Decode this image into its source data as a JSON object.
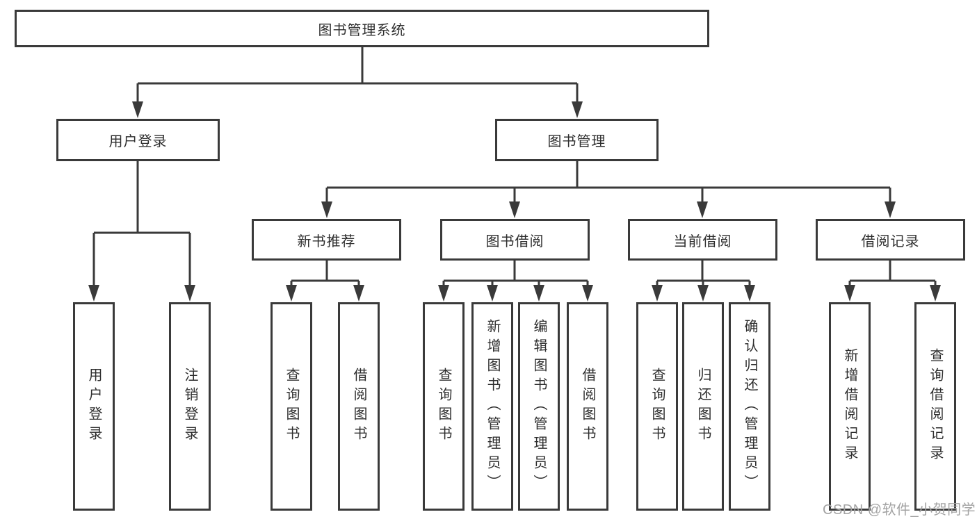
{
  "tree": {
    "label": "图书管理系统",
    "children": [
      {
        "label": "用户登录",
        "children": [
          {
            "label": "用户登录"
          },
          {
            "label": "注销登录"
          }
        ]
      },
      {
        "label": "图书管理",
        "children": [
          {
            "label": "新书推荐",
            "children": [
              {
                "label": "查询图书"
              },
              {
                "label": "借阅图书"
              }
            ]
          },
          {
            "label": "图书借阅",
            "children": [
              {
                "label": "查询图书"
              },
              {
                "label": "新增图书（管理员）"
              },
              {
                "label": "编辑图书（管理员）"
              },
              {
                "label": "借阅图书"
              }
            ]
          },
          {
            "label": "当前借阅",
            "children": [
              {
                "label": "查询图书"
              },
              {
                "label": "归还图书"
              },
              {
                "label": "确认归还（管理员）"
              }
            ]
          },
          {
            "label": "借阅记录",
            "children": [
              {
                "label": "新增借阅记录"
              },
              {
                "label": "查询借阅记录"
              }
            ]
          }
        ]
      }
    ]
  },
  "watermark": "CSDN @软件_小贺同学"
}
